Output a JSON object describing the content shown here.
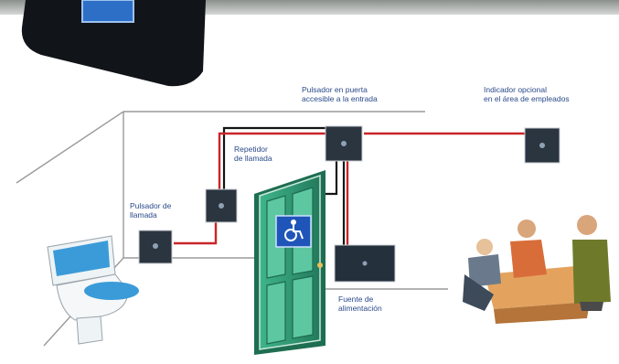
{
  "colors": {
    "wire_red": "#c8262a",
    "wire_black": "#151515",
    "device_dark": "#2b3540",
    "door_green": "#2f9a78",
    "sign_blue": "#1f55b8",
    "label_blue": "#2a4a8a"
  },
  "labels": {
    "pulsador_bano": [
      "Pulsador de",
      "llamada"
    ],
    "repetidor": [
      "Repetidor",
      "de llamada"
    ],
    "pulsador_puerta": [
      "Pulsador en puerta",
      "accesible a la entrada"
    ],
    "indicador_opcional": [
      "Indicador opcional",
      "en el área de empleados"
    ],
    "fuente": [
      "Fuente de",
      "alimentación"
    ]
  },
  "icons": [
    "wheelchair-icon"
  ]
}
